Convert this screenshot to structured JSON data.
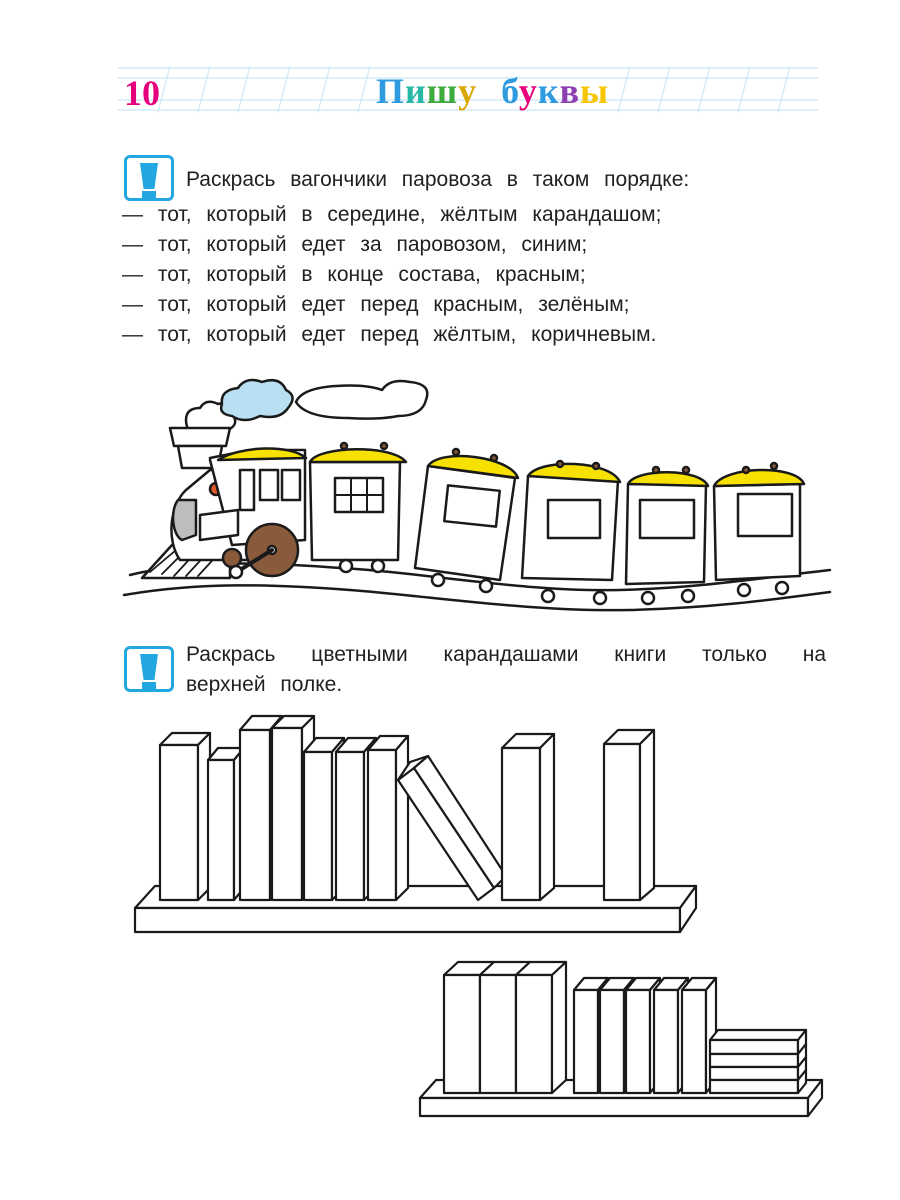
{
  "header": {
    "page_number": "10",
    "title_letters": [
      {
        "ch": "П",
        "color": "#2e9be0"
      },
      {
        "ch": "и",
        "color": "#27b8a8"
      },
      {
        "ch": "ш",
        "color": "#3caa3c"
      },
      {
        "ch": "у",
        "color": "#d8a800"
      },
      {
        "ch": "б",
        "color": "#2e9be0"
      },
      {
        "ch": "у",
        "color": "#e6007e"
      },
      {
        "ch": "к",
        "color": "#2e9be0"
      },
      {
        "ch": "в",
        "color": "#8b3fb0"
      },
      {
        "ch": "ы",
        "color": "#f7c600"
      }
    ]
  },
  "task1": {
    "icon": "exclamation-icon",
    "intro": "Раскрась вагончики паровоза в таком порядке:",
    "items": [
      "— тот, который в середине, жёлтым карандашом;",
      "— тот, который едет за паровозом, синим;",
      "— тот, который в конце состава, красным;",
      "— тот, который едет перед красным, зелёным;",
      "— тот, который едет перед жёлтым, коричневым."
    ]
  },
  "task2": {
    "icon": "exclamation-icon",
    "line1": "Раскрась цветными карандашами книги только на",
    "line2": "верхней полке."
  },
  "colors": {
    "accent_blue": "#22a7e0",
    "page_number": "#e6007e",
    "roof_yellow": "#f7e100",
    "wheel_brown": "#8a5a3c",
    "steam_blue": "#b9dff2"
  }
}
